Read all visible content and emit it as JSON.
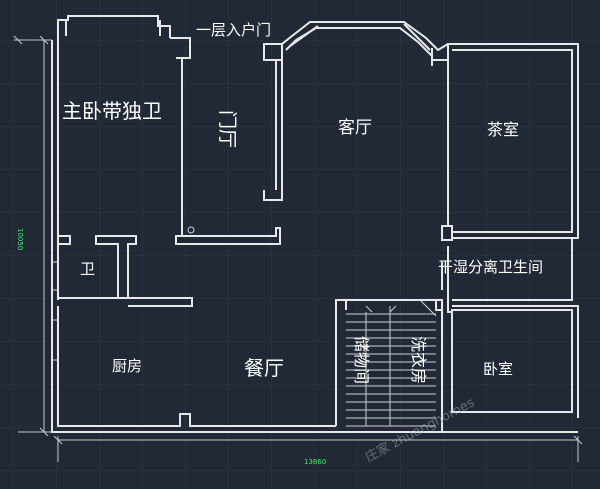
{
  "drawing": {
    "background": "#222936",
    "grid_color": "#2c3442",
    "wall_color": "#e8e8e8",
    "dimension_color": "#3df06a",
    "labels": {
      "entrance": "一层入户门",
      "master_bedroom": "主卧带独卫",
      "foyer": "门厅",
      "living_room": "客厅",
      "tea_room": "茶室",
      "bathroom": "卫",
      "dry_wet_bathroom": "干湿分离卫生间",
      "kitchen": "厨房",
      "dining_room": "餐厅",
      "storage": "储物间",
      "laundry": "洗衣房",
      "bedroom": "卧室"
    },
    "dimensions": {
      "width": "13860",
      "height": "10050"
    },
    "watermark": "庄家 zhuanghomes"
  }
}
